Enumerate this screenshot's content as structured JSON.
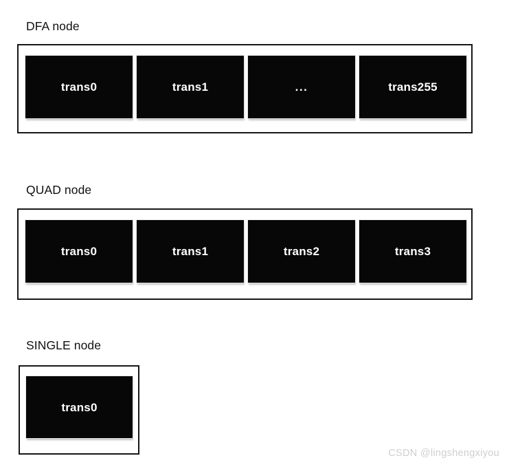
{
  "background_color": "#ffffff",
  "cell_color": "#070708",
  "cell_text_color": "#ffffff",
  "border_color": "#17171a",
  "watermark": {
    "text": "CSDN @lingshengxiyou",
    "color": "#cfcfd2"
  },
  "sections": [
    {
      "label": "DFA node",
      "cells": [
        {
          "text": "trans0"
        },
        {
          "text": "trans1"
        },
        {
          "text": "..."
        },
        {
          "text": "trans255"
        }
      ]
    },
    {
      "label": "QUAD node",
      "cells": [
        {
          "text": "trans0"
        },
        {
          "text": "trans1"
        },
        {
          "text": "trans2"
        },
        {
          "text": "trans3"
        }
      ]
    },
    {
      "label": "SINGLE node",
      "cells": [
        {
          "text": "trans0"
        }
      ]
    }
  ]
}
